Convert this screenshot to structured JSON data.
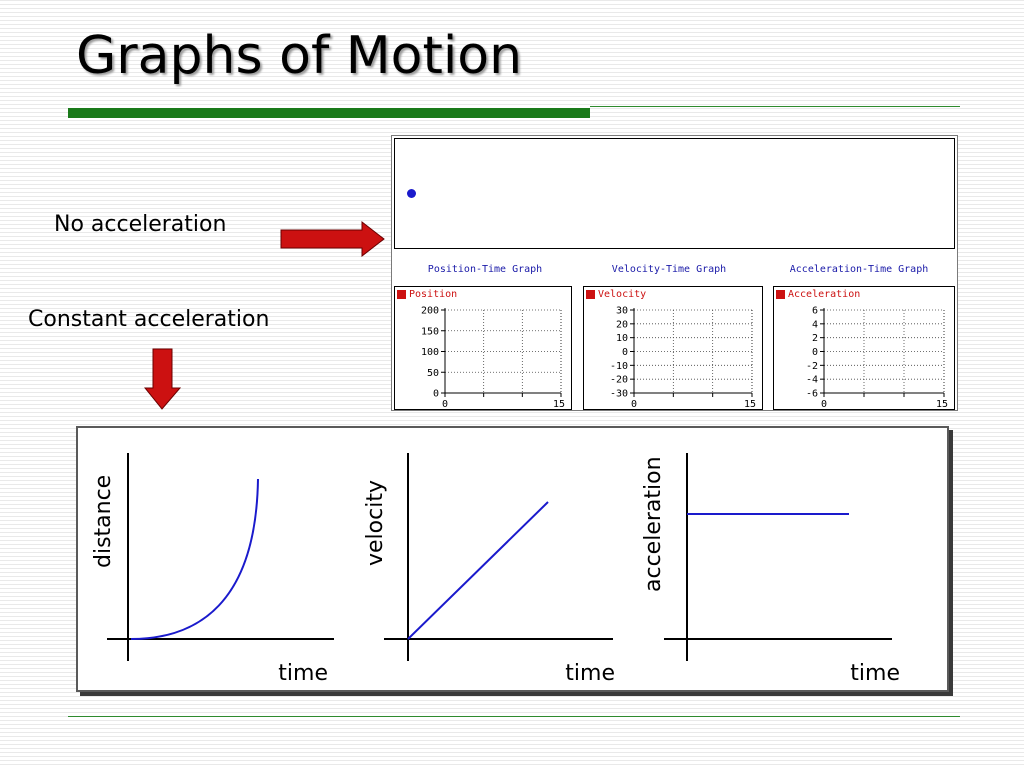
{
  "slide": {
    "title": "Graphs of Motion",
    "no_acceleration_label": "No acceleration",
    "constant_acceleration_label": "Constant acceleration"
  },
  "colors": {
    "title_rule": "#1a7a1a",
    "arrow_red": "#cc1111",
    "curve_blue": "#1a1acc",
    "mini_title_blue": "#1a1aa8"
  },
  "simulation": {
    "mini_graphs": [
      {
        "title": "Position-Time Graph",
        "legend": "Position",
        "y_ticks": [
          "200",
          "150",
          "100",
          "50",
          "0"
        ],
        "x_ticks": [
          "0",
          "15"
        ]
      },
      {
        "title": "Velocity-Time Graph",
        "legend": "Velocity",
        "y_ticks": [
          "30",
          "20",
          "10",
          "0",
          "-10",
          "-20",
          "-30"
        ],
        "x_ticks": [
          "0",
          "15"
        ]
      },
      {
        "title": "Acceleration-Time Graph",
        "legend": "Acceleration",
        "y_ticks": [
          "6",
          "4",
          "2",
          "0",
          "-2",
          "-4",
          "-6"
        ],
        "x_ticks": [
          "0",
          "15"
        ]
      }
    ]
  },
  "graphs": [
    {
      "ylabel": "distance",
      "xlabel": "time",
      "shape": "parabola"
    },
    {
      "ylabel": "velocity",
      "xlabel": "time",
      "shape": "linear"
    },
    {
      "ylabel": "acceleration",
      "xlabel": "time",
      "shape": "constant"
    }
  ]
}
